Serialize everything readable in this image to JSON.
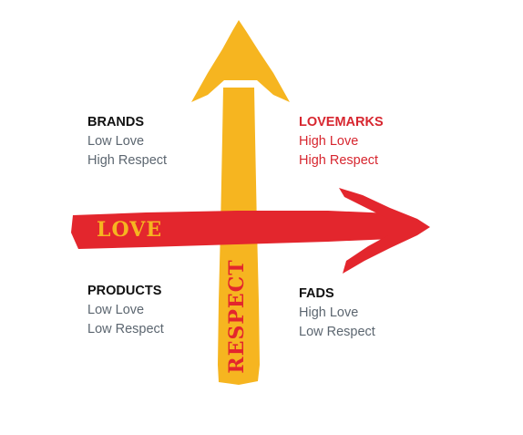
{
  "axes": {
    "love_label": "LOVE",
    "respect_label": "RESPECT"
  },
  "quadrants": {
    "brands": {
      "title": "BRANDS",
      "love": "Low Love",
      "respect": "High Respect"
    },
    "lovemarks": {
      "title": "LOVEMARKS",
      "love": "High Love",
      "respect": "High Respect"
    },
    "products": {
      "title": "PRODUCTS",
      "love": "Low Love",
      "respect": "Low Respect"
    },
    "fads": {
      "title": "FADS",
      "love": "High Love",
      "respect": "Low Respect"
    }
  },
  "colors": {
    "love_arrow": "#e3262d",
    "respect_arrow": "#f6b520",
    "lovemarks_text": "#d7262f",
    "muted_text": "#5c6670",
    "title_text": "#111111"
  }
}
